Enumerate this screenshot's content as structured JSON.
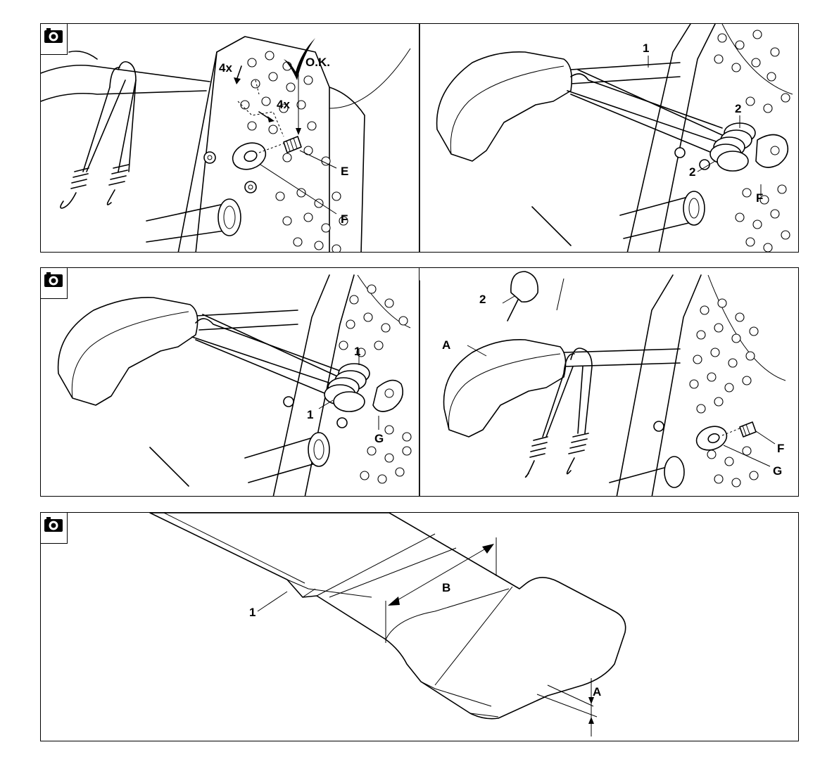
{
  "panels": {
    "p1": {
      "labels": {
        "four_x_top": "4x",
        "ok": "O.K.",
        "four_x_mid": "4x",
        "e": "E",
        "f": "F"
      }
    },
    "p2": {
      "labels": {
        "one": "1",
        "two_top": "2",
        "two_bottom": "2",
        "f": "F"
      }
    },
    "p3": {
      "labels": {
        "one_top": "1",
        "one_bottom": "1",
        "g": "G"
      }
    },
    "p4": {
      "labels": {
        "two": "2",
        "a": "A",
        "f": "F",
        "g": "G"
      }
    },
    "p5": {
      "labels": {
        "one": "1",
        "b": "B",
        "a": "A"
      }
    }
  },
  "icons": {
    "panel_marker": "camera-icon"
  }
}
